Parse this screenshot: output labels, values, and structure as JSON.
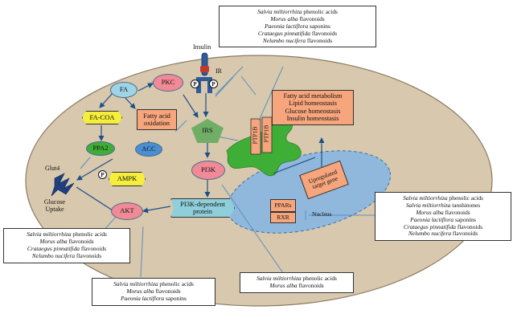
{
  "nodes": {
    "insulin": "Insulin",
    "ir": "IR",
    "fa": "FA",
    "pkc": "PKC",
    "fa_coa": "FA-COA",
    "fatty_acid_oxidation": "Fatty acid oxidation",
    "ppa2": "PPA2",
    "acc": "ACC",
    "irs": "IRS",
    "pi3k": "PI3K",
    "ampk": "AMPK",
    "akt": "AKT",
    "pi3k_protein": "PI3K-dependent protein",
    "glut4": "Glut4",
    "glucose_uptake": "Glucose Uptake",
    "ptp1b_a": "PTP1B",
    "ptp1b_b": "PTP1B",
    "pparg": "PPARs",
    "rxr": "RXR",
    "target_gene": "Upregulated target gene",
    "nucleus": "Nucleus",
    "phospho": "P"
  },
  "functions": [
    "Fatty acid metabolism",
    "Lipid homeostasis",
    "Glucose homeostasis",
    "Insulin homeostasis"
  ],
  "notes": {
    "top": [
      {
        "it": "Salvia miltiorrhiza",
        "rest": " phenolic acids"
      },
      {
        "it": "Morus alba",
        "rest": " flavonoids"
      },
      {
        "it": "Paeonia lactiflora",
        "rest": " saponins"
      },
      {
        "it": "Crataegus pinnatifida",
        "rest": " flavonoids"
      },
      {
        "it": "Nelumbo nucifera",
        "rest": " flavonoids"
      }
    ],
    "left": [
      {
        "it": "Salvia miltiorrhiza",
        "rest": " phenolic acids"
      },
      {
        "it": "Morus alba",
        "rest": " flavonoids"
      },
      {
        "it": "Crataegus pinnatifida",
        "rest": " flavonoids"
      },
      {
        "it": "Nelumbo nucifera",
        "rest": " flavonoids"
      }
    ],
    "bottom_left": [
      {
        "it": "Salvia miltiorrhiza",
        "rest": " phenolic acids"
      },
      {
        "it": "Morus alba",
        "rest": " flavonoids"
      },
      {
        "it": "Paeonia lactiflora",
        "rest": " saponins"
      }
    ],
    "bottom_middle": [
      {
        "it": "Salvia miltiorrhiza",
        "rest": " phenolic acids"
      },
      {
        "it": "Morus alba",
        "rest": " flavonoids"
      }
    ],
    "right": [
      {
        "it": "Salvia miltiorrhiza",
        "rest": " phenolic acids"
      },
      {
        "it": "Salvia miltiorrhiza",
        "rest": " tanshinones"
      },
      {
        "it": "Morus alba",
        "rest": " flavonoids"
      },
      {
        "it": "Paeonia lactiflora",
        "rest": " saponins"
      },
      {
        "it": "Crataegus pinnatifida",
        "rest": " flavonoids"
      },
      {
        "it": "Nelumbo nucifera",
        "rest": " flavonoids"
      }
    ]
  },
  "colors": {
    "cell": "#d8c8ad",
    "nucleus": "#8fb8dc",
    "arrow": "#2b6aa6",
    "inhibitor_line": "#5b8fbf"
  }
}
